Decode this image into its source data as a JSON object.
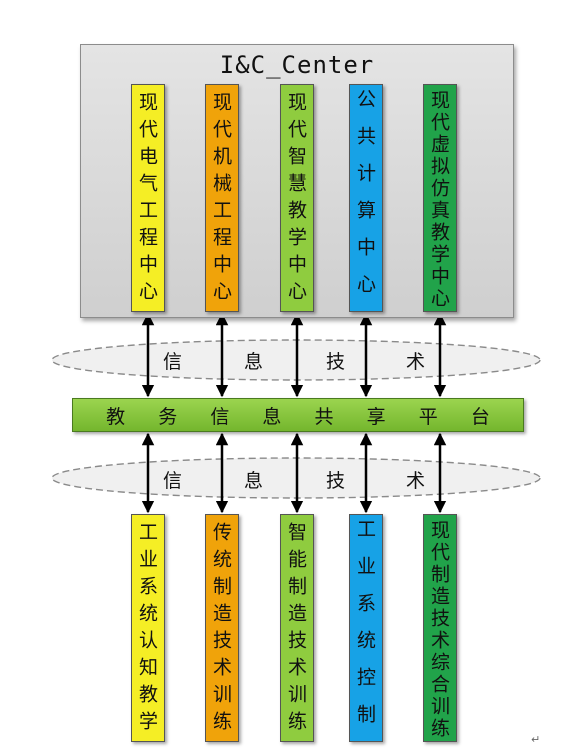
{
  "center": {
    "title": "I&C_Center",
    "units": [
      {
        "label": "现代电气工程中心",
        "color": "#f5ee25"
      },
      {
        "label": "现代机械工程中心",
        "color": "#f0a30a"
      },
      {
        "label": "现代智慧教学中心",
        "color": "#8fcc3f"
      },
      {
        "label": "公共计算中心",
        "color": "#17a2e6"
      },
      {
        "label": "现代虚拟仿真教学中心",
        "color": "#21a34a"
      }
    ]
  },
  "layers": {
    "upper": {
      "chars": [
        "信",
        "息",
        "技",
        "术"
      ]
    },
    "lower": {
      "chars": [
        "信",
        "息",
        "技",
        "术"
      ]
    }
  },
  "platform": {
    "chars": [
      "教",
      "务",
      "信",
      "息",
      "共",
      "享",
      "平",
      "台"
    ],
    "color": "#8ac63f"
  },
  "bottom_units": [
    {
      "label": "工业系统认知教学",
      "color": "#f5ee25"
    },
    {
      "label": "传统制造技术训练",
      "color": "#f0a30a"
    },
    {
      "label": "智能制造技术训练",
      "color": "#8fcc3f"
    },
    {
      "label": "工业系统控制",
      "color": "#17a2e6"
    },
    {
      "label": "现代制造技术综合训练",
      "color": "#21a34a"
    }
  ],
  "return_mark": "↵"
}
